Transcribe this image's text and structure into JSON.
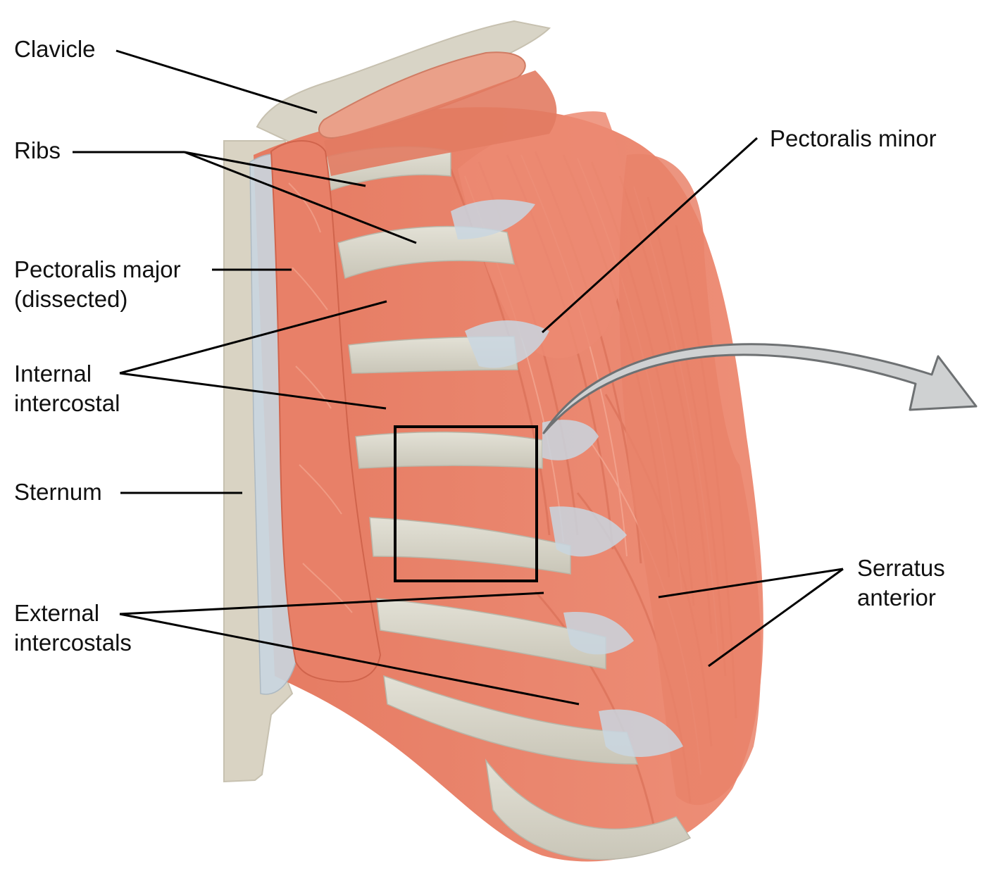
{
  "colors": {
    "background": "#ffffff",
    "bone": "#d8d4c6",
    "bone_edge": "#c7c1b0",
    "sternum": "#d9d3c3",
    "muscle": "#e9826a",
    "muscle_dark": "#d9684f",
    "muscle_light": "#f4a58f",
    "tendon": "#c9d6e0",
    "leader_line": "#000000",
    "arrow_fill": "#cfd1d2",
    "arrow_stroke": "#6e7173"
  },
  "labels": {
    "clavicle": "Clavicle",
    "ribs": "Ribs",
    "pectoralis_major_line1": "Pectoralis major",
    "pectoralis_major_line2": "(dissected)",
    "internal_intercostal_line1": "Internal",
    "internal_intercostal_line2": "intercostal",
    "sternum": "Sternum",
    "external_intercostals_line1": "External",
    "external_intercostals_line2": "intercostals",
    "pectoralis_minor": "Pectoralis minor",
    "serratus_anterior_line1": "Serratus",
    "serratus_anterior_line2": "anterior"
  },
  "icons": {
    "callout_arrow": "curved-arrow-right-icon",
    "detail_box": "inset-frame"
  }
}
